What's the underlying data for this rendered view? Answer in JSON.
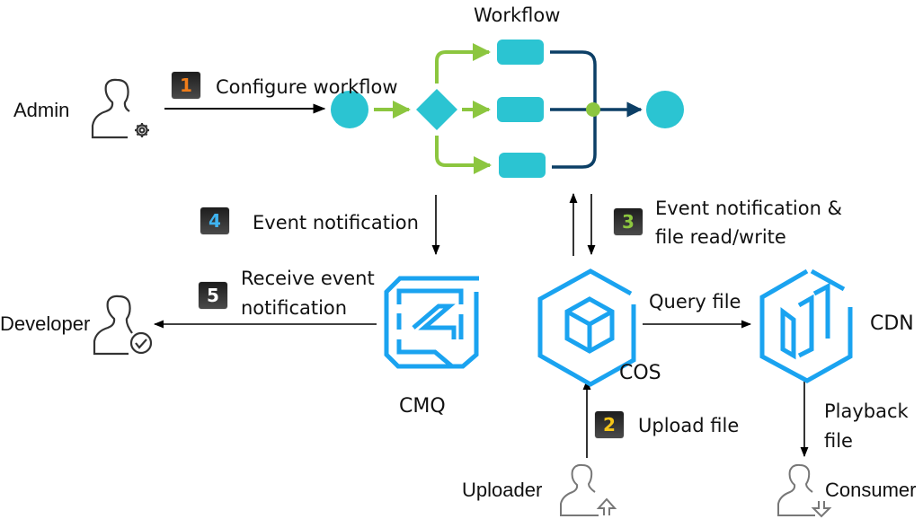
{
  "title": "Workflow",
  "colors": {
    "service_blue": "#1aa3f0",
    "workflow_teal": "#2bc4d2",
    "workflow_green": "#8cc63f",
    "workflow_navy": "#0c3f66",
    "arrow": "#000000",
    "badge_bg": "#2a2a2a"
  },
  "actors": {
    "admin": {
      "label": "Admin",
      "icon": "user-gear-icon"
    },
    "developer": {
      "label": "Developer",
      "icon": "user-check-icon"
    },
    "uploader": {
      "label": "Uploader",
      "icon": "user-upload-icon"
    },
    "consumer": {
      "label": "Consumer",
      "icon": "user-download-icon"
    }
  },
  "services": {
    "cmq": {
      "label": "CMQ",
      "icon": "cmq-icon"
    },
    "cos": {
      "label": "COS",
      "icon": "cos-cube-icon"
    },
    "cdn": {
      "label": "CDN",
      "icon": "cdn-icon"
    }
  },
  "steps": [
    {
      "num": "1",
      "color": "#f07d1a",
      "label": "Configure workflow"
    },
    {
      "num": "2",
      "color": "#f5c518",
      "label": "Upload file"
    },
    {
      "num": "3",
      "color": "#8cc63f",
      "label_line1": "Event notification &",
      "label_line2": "file read/write"
    },
    {
      "num": "4",
      "color": "#3fb3f0",
      "label": "Event notification"
    },
    {
      "num": "5",
      "color": "#ffffff",
      "label_line1": "Receive event",
      "label_line2": "notification"
    }
  ],
  "edges": {
    "query_file": "Query file",
    "playback_line1": "Playback",
    "playback_line2": "file"
  }
}
